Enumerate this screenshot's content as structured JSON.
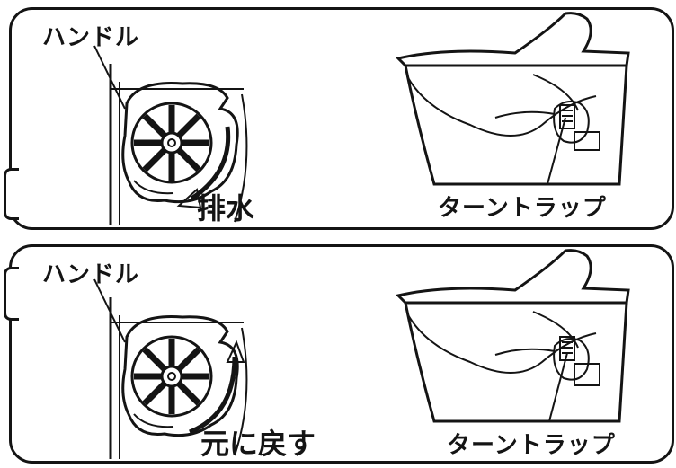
{
  "panels": [
    {
      "handle_label": "ハンドル",
      "action_label": "排水",
      "trap_label": "ターントラップ"
    },
    {
      "handle_label": "ハンドル",
      "action_label": "元に戻す",
      "trap_label": "ターントラップ"
    }
  ],
  "colors": {
    "ink": "#141414",
    "background": "#ffffff"
  }
}
